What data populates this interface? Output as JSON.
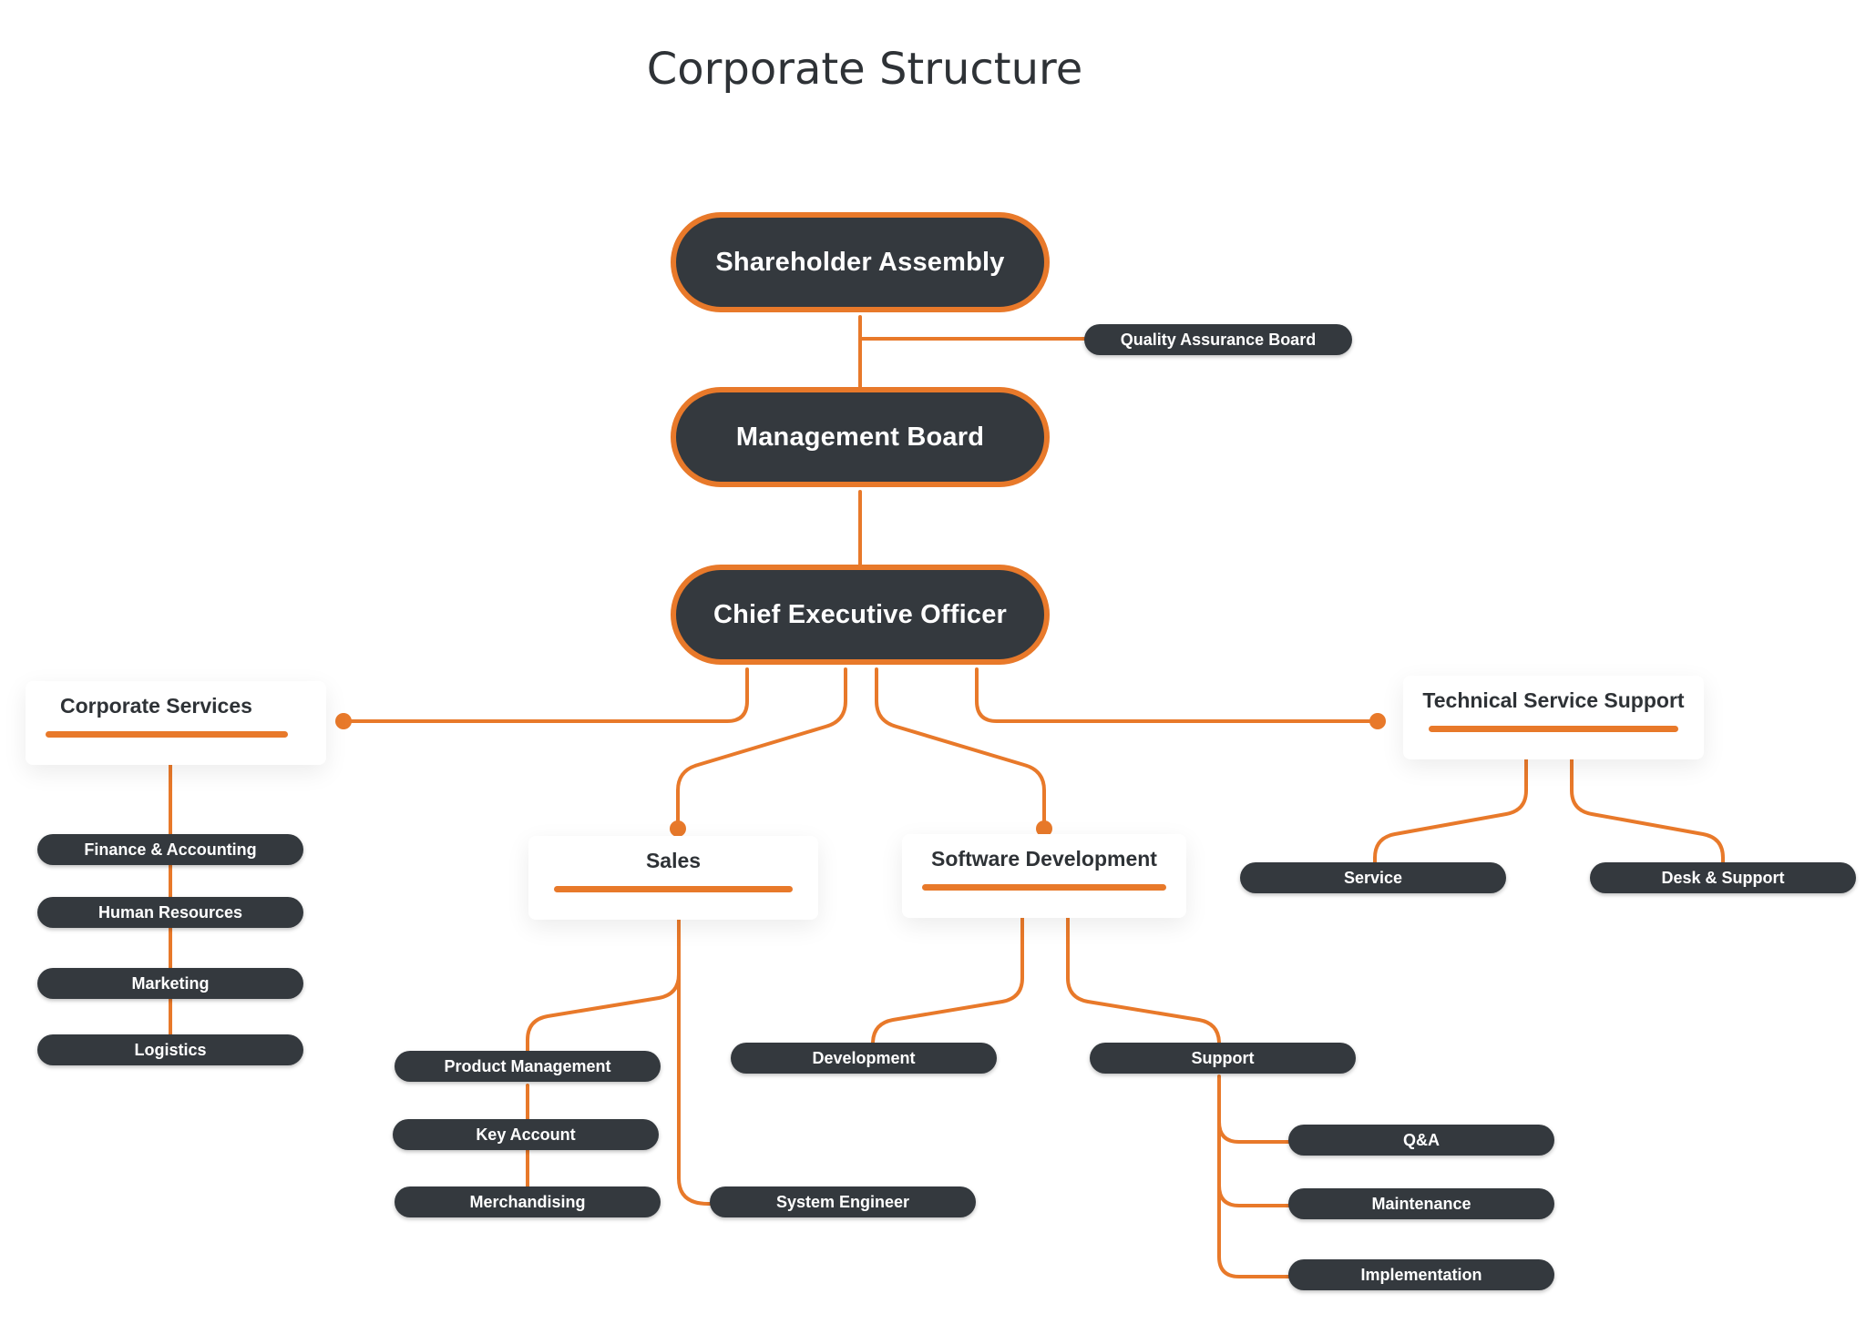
{
  "title": "Corporate Structure",
  "colors": {
    "accent": "#e8792a",
    "node": "#34393e",
    "text_dark": "#2e3236",
    "background": "#ffffff"
  },
  "nodes": {
    "shareholder_assembly": "Shareholder Assembly",
    "management_board": "Management Board",
    "ceo": "Chief Executive Officer",
    "quality_assurance_board": "Quality Assurance Board"
  },
  "departments": {
    "corporate_services": {
      "label": "Corporate Services",
      "items": [
        "Finance & Accounting",
        "Human Resources",
        "Marketing",
        "Logistics"
      ]
    },
    "sales": {
      "label": "Sales",
      "items": [
        "Product Management",
        "Key Account",
        "Merchandising",
        "System Engineer"
      ]
    },
    "software_development": {
      "label": "Software Development",
      "development": "Development",
      "support": "Support",
      "support_items": [
        "Q&A",
        "Maintenance",
        "Implementation"
      ]
    },
    "technical_service_support": {
      "label": "Technical Service Support",
      "items": [
        "Service",
        "Desk & Support"
      ]
    }
  }
}
